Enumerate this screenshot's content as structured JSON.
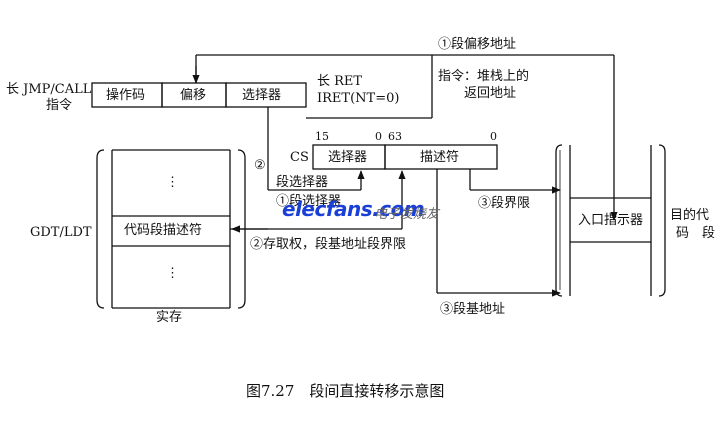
{
  "labels": {
    "instr_long": "长 JMP/CALL",
    "instr_cmd": "指令",
    "opcode": "操作码",
    "offset": "偏移",
    "selector": "选择器",
    "ret_line1": "长 RET",
    "ret_line2": "IRET(NT=0)",
    "stack_line1": "指令：堆栈上的",
    "stack_line2": "返回地址",
    "step1_offset": "①段偏移地址",
    "cs": "CS",
    "bit15": "15",
    "bit0a": "0",
    "bit63": "63",
    "bit0b": "0",
    "cs_selector": "选择器",
    "cs_descriptor": "描述符",
    "step2": "②",
    "seg_selector": "段选择器",
    "step1_selector": "①段选择器",
    "step3_limit": "③段界限",
    "dots_top": "⋮",
    "dots_bottom": "⋮",
    "gdt_ldt": "GDT/LDT",
    "code_desc": "代码段描述符",
    "step2_access": "②存取权，段基地址段界限",
    "memory": "实存",
    "entry": "入口指示器",
    "target_line1": "目的代",
    "target_line2": "码　段",
    "step3_base": "③段基地址",
    "caption": "图7.27　段间直接转移示意图",
    "watermark": "elecfans.com",
    "watermark_cn": "电子发烧友"
  }
}
